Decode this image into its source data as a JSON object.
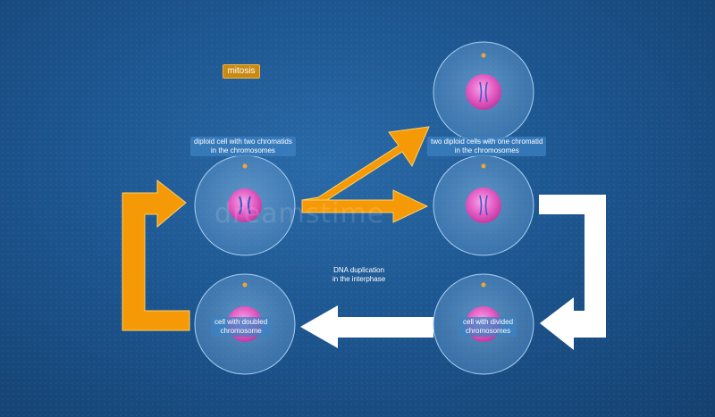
{
  "title": "mitosis",
  "watermark": "dreamstime",
  "labels": {
    "diploid_two_chromatids": [
      "diploid cell with two chromatids",
      "in the chromosomes"
    ],
    "two_diploid_one_chromatid": [
      "two diploid cells with one chromatid",
      "in the chromosomes"
    ],
    "dna_duplication": [
      "DNA duplication",
      "in the interphase"
    ],
    "doubled": [
      "cell with doubled",
      "chromosome"
    ],
    "divided": [
      "cell with divided",
      "chromosomes"
    ]
  },
  "colors": {
    "arrow_orange": "#f59a06",
    "arrow_white": "#ffffff",
    "nucleus": "#e85ec4",
    "cell_fill": "#6ea3d4"
  }
}
